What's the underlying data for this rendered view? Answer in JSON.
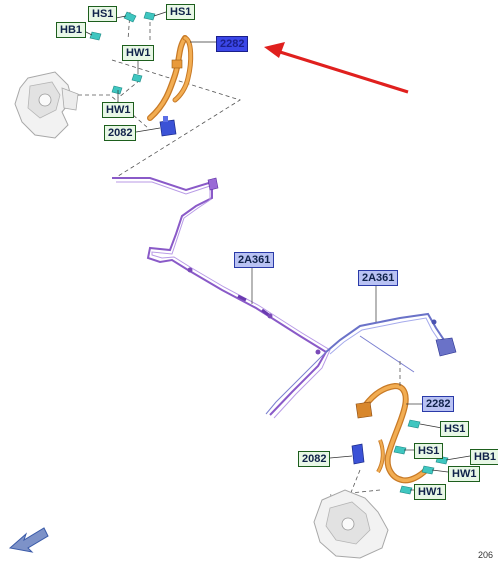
{
  "labels": {
    "hs1_top_left": "HS1",
    "hs1_top_right": "HS1",
    "hb1_top": "HB1",
    "hw1_top_upper": "HW1",
    "hw1_top_lower": "HW1",
    "part_2282_top": "2282",
    "part_2082_top": "2082",
    "part_2a361_left": "2A361",
    "part_2a361_right": "2A361",
    "part_2282_bottom": "2282",
    "hs1_bottom_right": "HS1",
    "hs1_bottom_mid": "HS1",
    "part_2082_bottom": "2082",
    "hb1_bottom": "HB1",
    "hw1_bottom_upper": "HW1",
    "hw1_bottom_lower": "HW1"
  },
  "reference_code": "206",
  "colors": {
    "hose_orange": "#e89a3c",
    "brake_line_purple": "#8a5ac8",
    "brake_line_blue": "#6a72c8",
    "clip_blue": "#3b52d6",
    "fastener_cyan": "#3fc6c0",
    "arrow_red": "#e0201e",
    "label_green_border": "#1d5e1d",
    "label_blue_fill": "#b9c2f3",
    "label_selected_fill": "#3b47e8"
  }
}
